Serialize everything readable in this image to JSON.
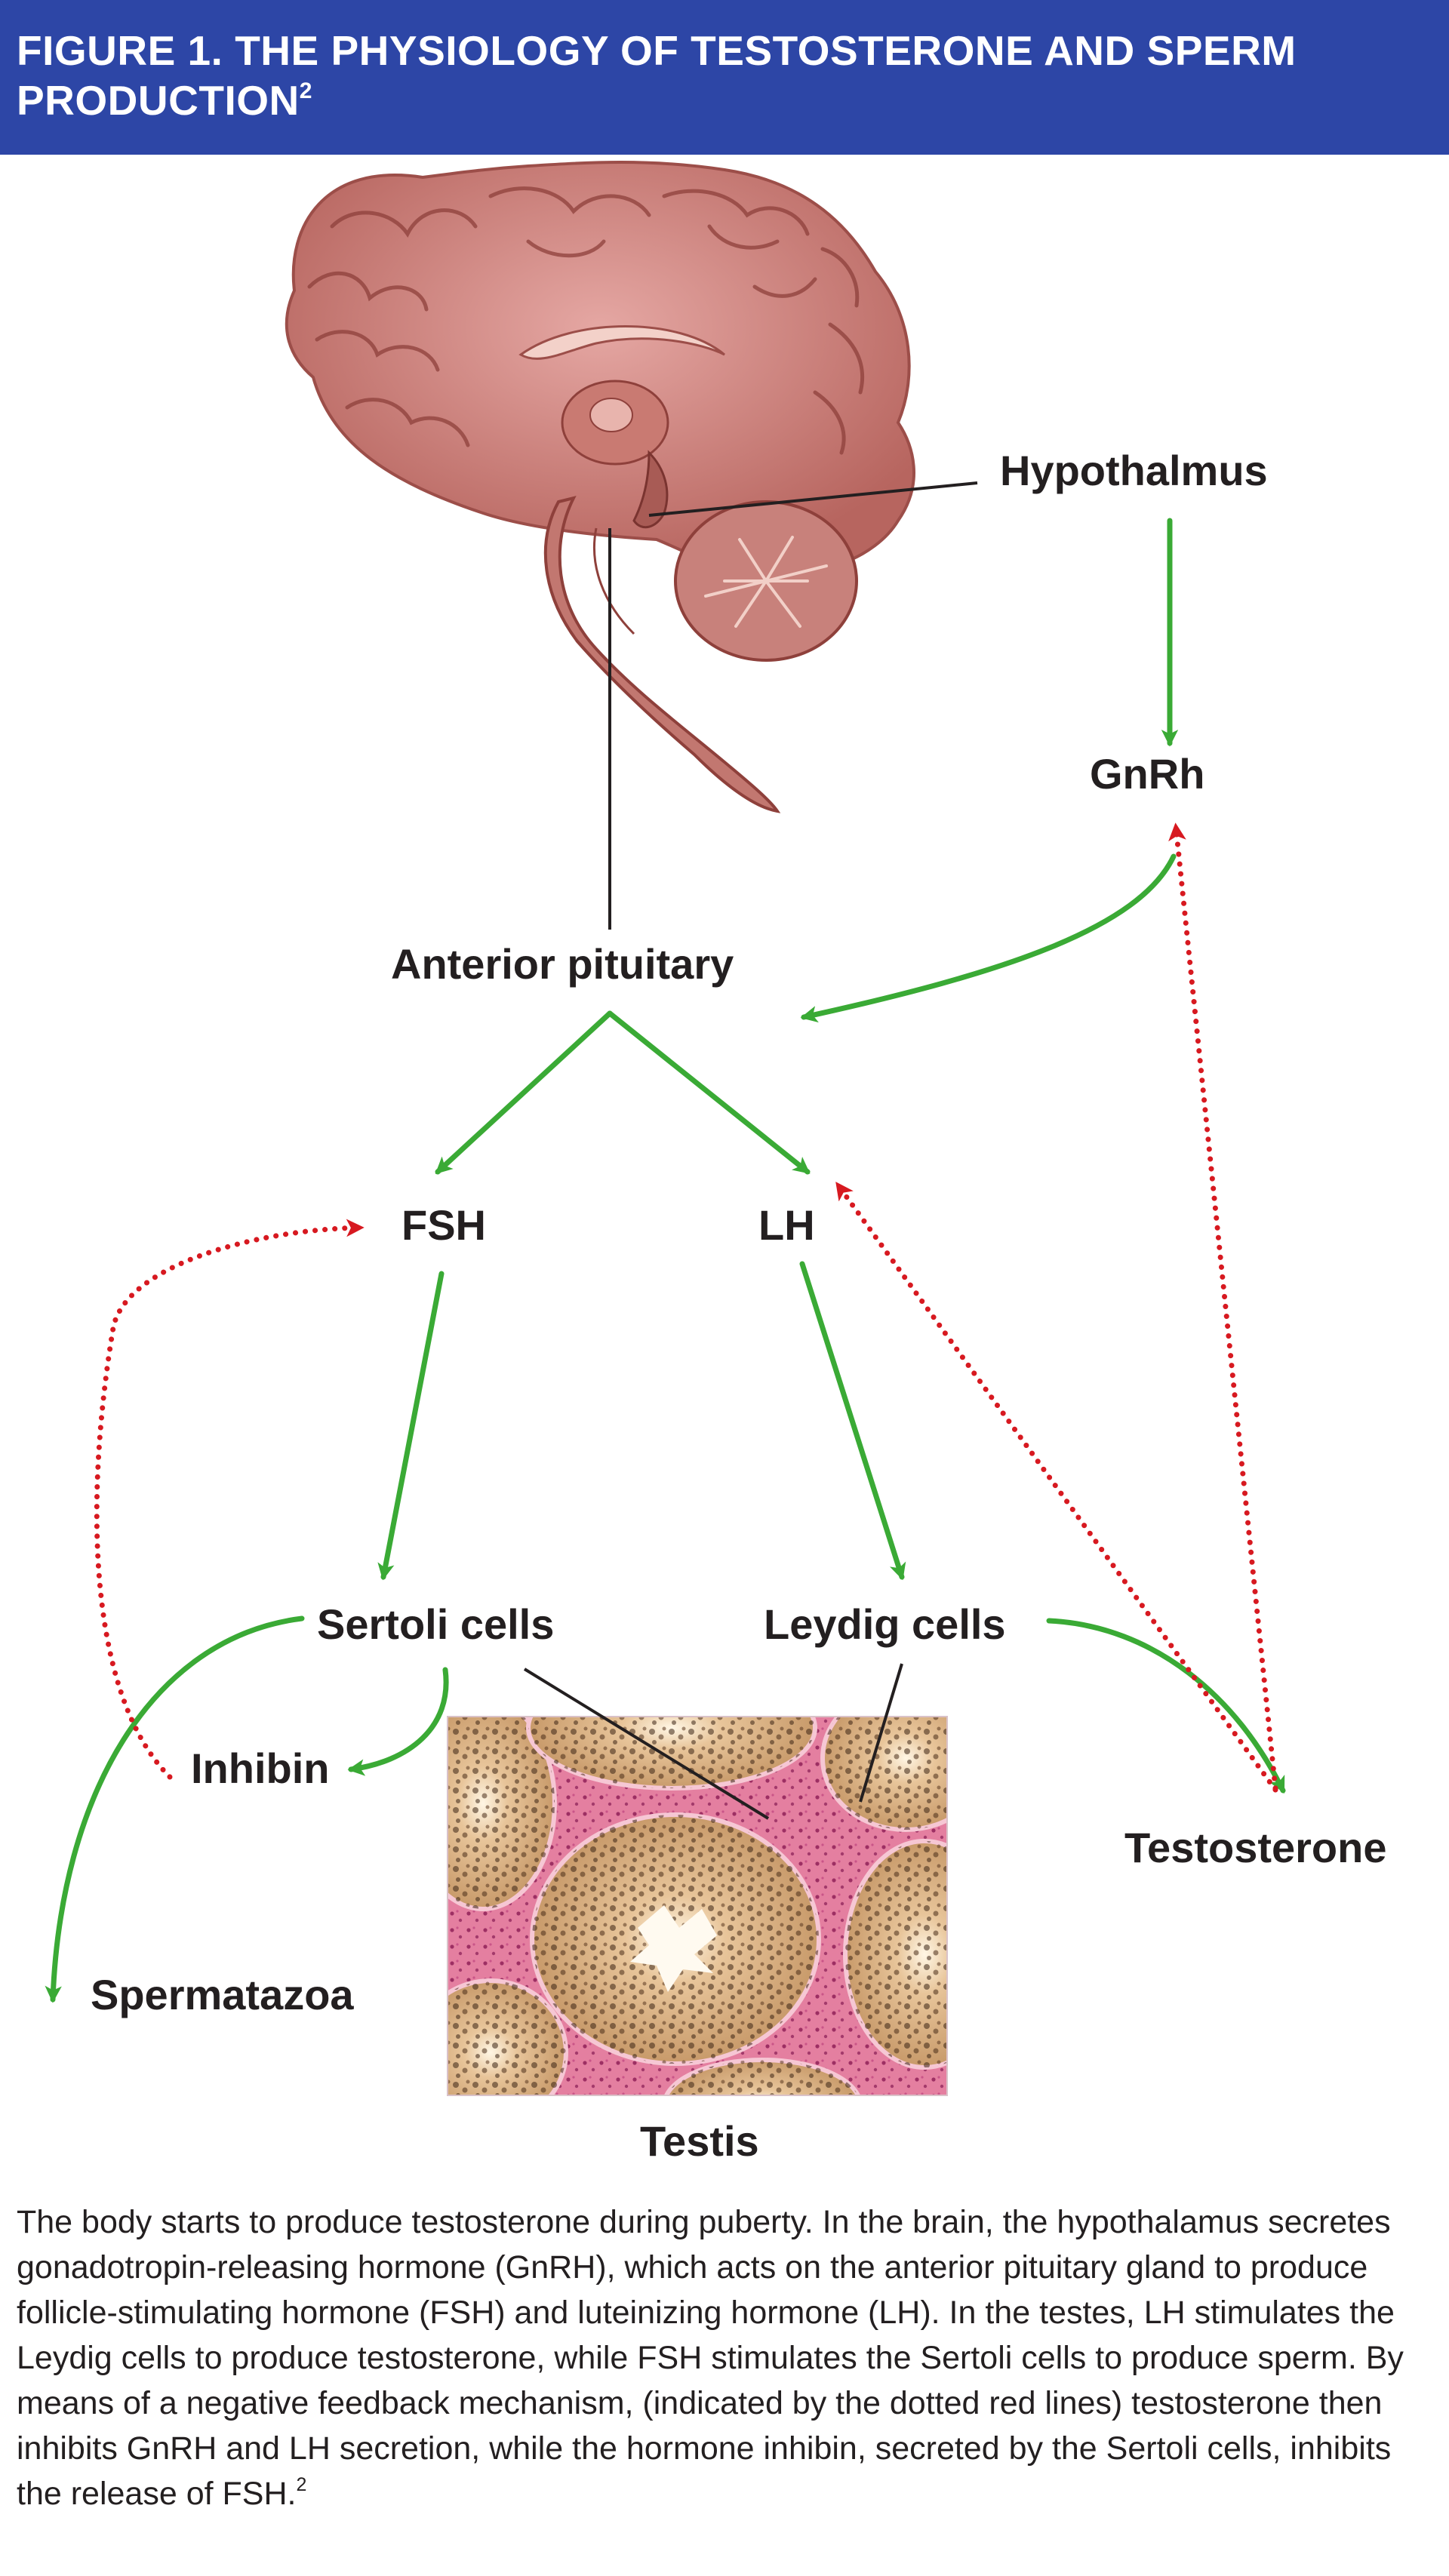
{
  "header": {
    "title": "FIGURE 1. THE PHYSIOLOGY OF TESTOSTERONE AND SPERM PRODUCTION",
    "ref": "2"
  },
  "diagram": {
    "labels": {
      "hypothalamus": "Hypothalmus",
      "gnrh": "GnRh",
      "anterior_pituitary": "Anterior pituitary",
      "fsh": "FSH",
      "lh": "LH",
      "sertoli": "Sertoli cells",
      "leydig": "Leydig cells",
      "inhibin": "Inhibin",
      "testosterone": "Testosterone",
      "spermatazoa": "Spermatazoa",
      "testis": "Testis"
    },
    "colors": {
      "stimulate_arrow": "#3aaa35",
      "inhibit_arrow": "#d71920",
      "header_bg": "#2d46a6"
    }
  },
  "caption": {
    "text": "The body starts to produce testosterone during puberty. In the brain, the hypothalamus secretes gonadotropin-releasing hormone (GnRH), which acts on the anterior pituitary gland to produce follicle-stimulating hormone (FSH) and luteinizing hormone (LH). In the testes, LH stimulates the Leydig cells to produce testosterone, while FSH stimulates the Sertoli cells to produce sperm. By means of a negative feedback mechanism, (indicated by the dotted red lines) testosterone then inhibits GnRH and LH secretion, while the hormone inhibin, secreted by the Sertoli cells, inhibits the release of FSH.",
    "ref": "2"
  }
}
